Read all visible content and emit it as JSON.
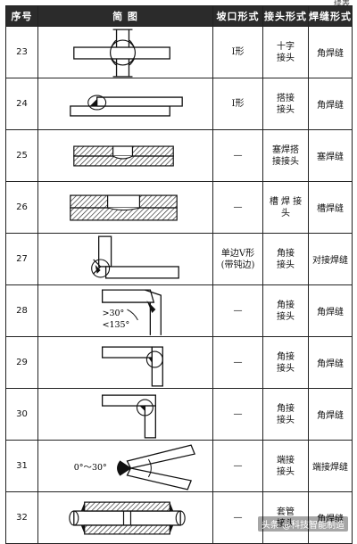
{
  "corner_note": "续表",
  "headers": {
    "no": "序号",
    "sketch": "简  图",
    "groove": "坡口形式",
    "joint": "接头形式",
    "weld": "焊缝形式"
  },
  "rows": [
    {
      "no": "23",
      "groove": "I形",
      "joint": "十字\n接头",
      "weld": "角焊缝"
    },
    {
      "no": "24",
      "groove": "I形",
      "joint": "搭接\n接头",
      "weld": "角焊缝"
    },
    {
      "no": "25",
      "groove": "—",
      "joint": "塞焊搭\n接接头",
      "weld": "塞焊缝"
    },
    {
      "no": "26",
      "groove": "—",
      "joint": "槽 焊 接\n头",
      "weld": "槽焊缝"
    },
    {
      "no": "27",
      "groove": "单边V形\n(带钝边)",
      "joint": "角接\n接头",
      "weld": "对接焊缝"
    },
    {
      "no": "28",
      "groove": "—",
      "joint": "角接\n接头",
      "weld": "角焊缝"
    },
    {
      "no": "29",
      "groove": "—",
      "joint": "角接\n接头",
      "weld": "角焊缝"
    },
    {
      "no": "30",
      "groove": "—",
      "joint": "角接\n接头",
      "weld": "角焊缝"
    },
    {
      "no": "31",
      "groove": "—",
      "joint": "端接\n接头",
      "weld": "端接焊缝"
    },
    {
      "no": "32",
      "groove": "—",
      "joint": "套管\n接头",
      "weld": "角焊缝"
    }
  ],
  "sketch_labels": {
    "angle_min": ">30°",
    "angle_max": "<135°",
    "angle_range": "0°～30°"
  },
  "watermark": "头条 @科技智能制造"
}
